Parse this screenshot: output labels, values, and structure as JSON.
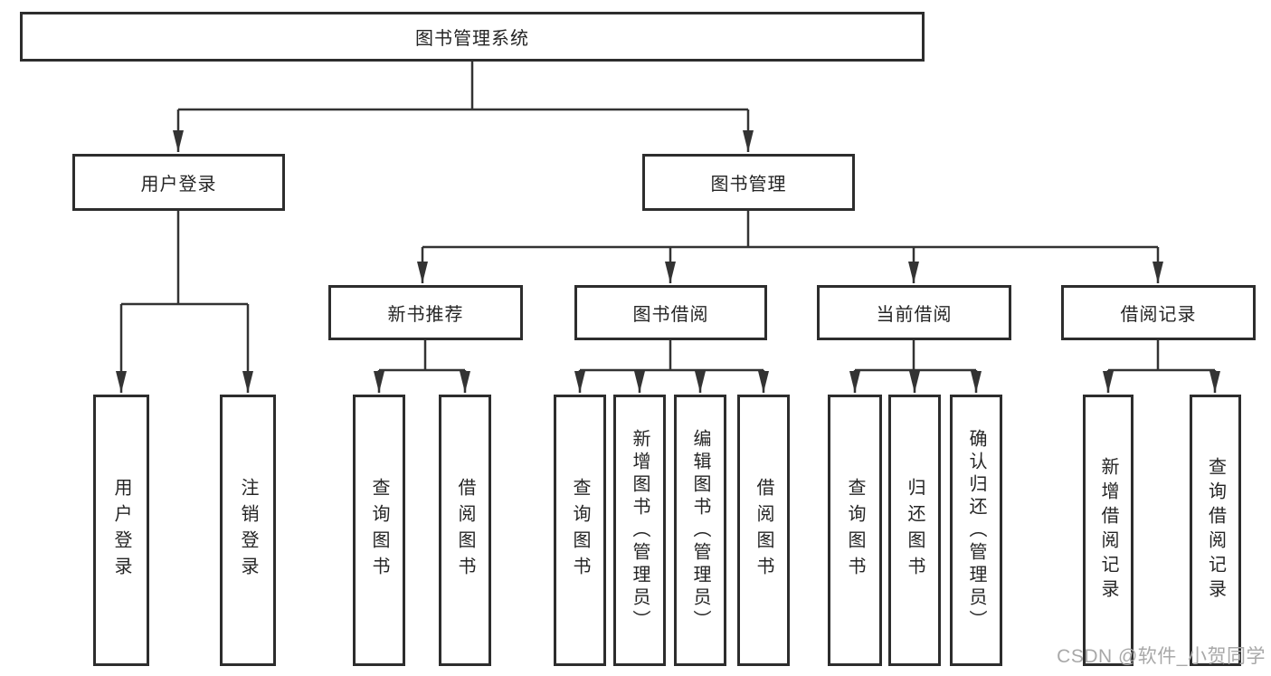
{
  "tree": {
    "label": "图书管理系统",
    "children": [
      {
        "label": "用户登录",
        "children": [
          {
            "label": "用户登录"
          },
          {
            "label": "注销登录"
          }
        ]
      },
      {
        "label": "图书管理",
        "children": [
          {
            "label": "新书推荐",
            "children": [
              {
                "label": "查询图书"
              },
              {
                "label": "借阅图书"
              }
            ]
          },
          {
            "label": "图书借阅",
            "children": [
              {
                "label": "查询图书"
              },
              {
                "label": "新增图书（管理员）"
              },
              {
                "label": "编辑图书（管理员）"
              },
              {
                "label": "借阅图书"
              }
            ]
          },
          {
            "label": "当前借阅",
            "children": [
              {
                "label": "查询图书"
              },
              {
                "label": "归还图书"
              },
              {
                "label": "确认归还（管理员）"
              }
            ]
          },
          {
            "label": "借阅记录",
            "children": [
              {
                "label": "新增借阅记录"
              },
              {
                "label": "查询借阅记录"
              }
            ]
          }
        ]
      }
    ]
  },
  "watermark": {
    "text": "CSDN @软件_小贺同学"
  },
  "icons": {
    "connector_arrow": "arrowhead-down"
  },
  "colors": {
    "line": "#333333",
    "border": "#2d2d2d",
    "text": "#252525",
    "watermark": "#a8a8a8",
    "background": "#ffffff"
  }
}
